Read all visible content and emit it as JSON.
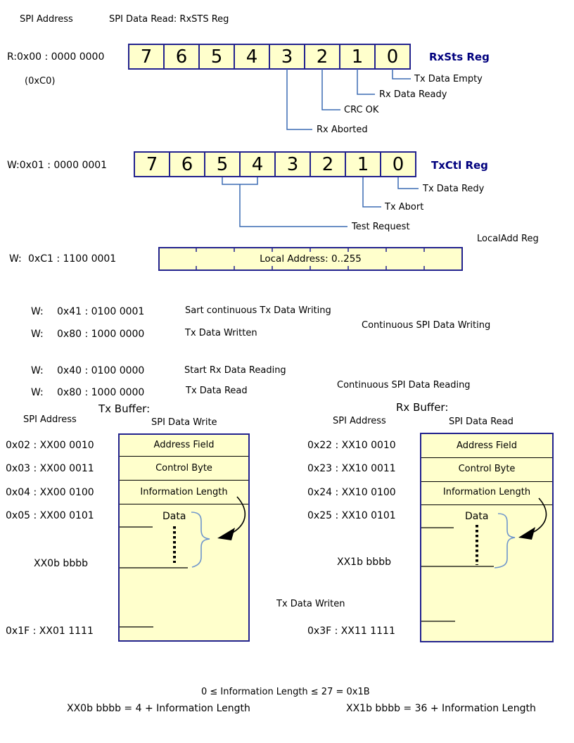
{
  "colors": {
    "cell_fill": "#ffffcc",
    "border_navy": "#22228e",
    "callout_blue": "#3c6cb4",
    "brace_blue": "#6e95cc",
    "reg_name_navy": "#00007e",
    "text": "#000000",
    "background": "#ffffff"
  },
  "top": {
    "spi_address": "SPI Address",
    "spi_data_read": "SPI Data Read: RxSTS Reg"
  },
  "rxsts": {
    "addr": "R:0x00 : 0000 0000",
    "hex": "(0xC0)",
    "name": "RxSts Reg",
    "bits": [
      "7",
      "6",
      "5",
      "4",
      "3",
      "2",
      "1",
      "0"
    ],
    "callouts": {
      "bit0": "Tx Data Empty",
      "bit1": "Rx Data Ready",
      "bit2": "CRC OK",
      "bit3": "Rx Aborted"
    }
  },
  "txctl": {
    "addr": "W:0x01 : 0000 0001",
    "name": "TxCtl Reg",
    "bits": [
      "7",
      "6",
      "5",
      "4",
      "3",
      "2",
      "1",
      "0"
    ],
    "callouts": {
      "bit0": "Tx Data Redy",
      "bit1": "Tx Abort",
      "bits54": "Test Request"
    }
  },
  "localadd": {
    "name": "LocalAdd Reg",
    "prefix": "W:",
    "value": "0xC1 : 1100 0001",
    "field": "Local Address: 0..255"
  },
  "commands": [
    {
      "prefix": "W:",
      "value": "0x41 : 0100 0001",
      "desc": "Sart continuous Tx Data Writing"
    },
    {
      "prefix": "W:",
      "value": "0x80 : 1000 0000",
      "desc": "Tx Data Written"
    },
    {
      "prefix": "W:",
      "value": "0x40 : 0100 0000",
      "desc": "Start Rx Data Reading"
    },
    {
      "prefix": "W:",
      "value": "0x80 : 1000 0000",
      "desc": "Tx Data Read"
    }
  ],
  "notes": {
    "cont_write": "Continuous SPI Data Writing",
    "cont_read": "Continuous SPI Data Reading",
    "tx_data_writen": "Tx Data Writen"
  },
  "tx_buffer": {
    "title": "Tx Buffer:",
    "addr_col": "SPI Address",
    "data_col": "SPI Data Write",
    "rows": [
      {
        "addr": "0x02 : XX00 0010",
        "field": "Address Field"
      },
      {
        "addr": "0x03 : XX00 0011",
        "field": "Control Byte"
      },
      {
        "addr": "0x04 : XX00 0100",
        "field": "Information Length"
      },
      {
        "addr": "0x05 : XX00 0101",
        "field": "Data"
      }
    ],
    "tail_addr": "XX0b bbbb",
    "last_addr": "0x1F : XX01 1111"
  },
  "rx_buffer": {
    "title": "Rx Buffer:",
    "addr_col": "SPI Address",
    "data_col": "SPI Data Read",
    "rows": [
      {
        "addr": "0x22 : XX10 0010",
        "field": "Address Field"
      },
      {
        "addr": "0x23 : XX10 0011",
        "field": "Control Byte"
      },
      {
        "addr": "0x24 : XX10 0100",
        "field": "Information Length"
      },
      {
        "addr": "0x25 : XX10 0101",
        "field": "Data"
      }
    ],
    "tail_addr": "XX1b bbbb",
    "last_addr": "0x3F : XX11 1111"
  },
  "footer": {
    "range": "0 ≤ Information Length ≤ 27 = 0x1B",
    "tx_formula": "XX0b bbbb = 4 + Information Length",
    "rx_formula": "XX1b bbbb = 36 + Information Length"
  }
}
